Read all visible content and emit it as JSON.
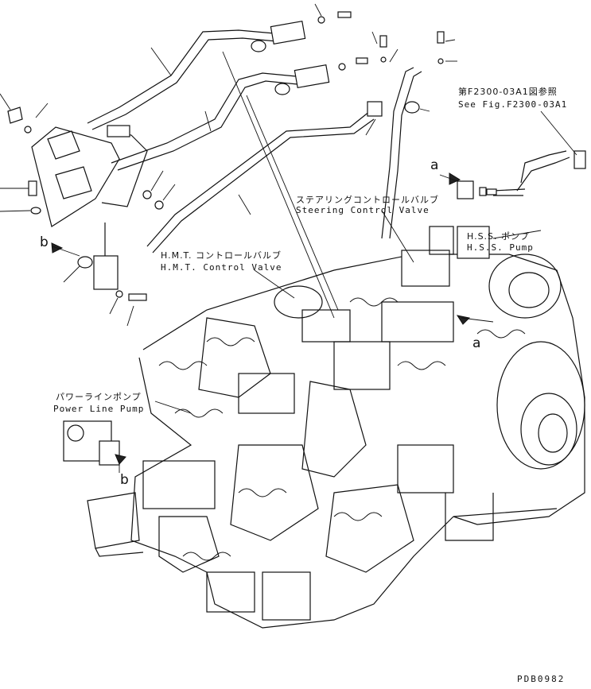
{
  "labels": {
    "steering_valve_jp": "ステアリングコントロールバルブ",
    "steering_valve_en": "Steering Control Valve",
    "hss_pump_jp": "H.S.S. ポンプ",
    "hss_pump_en": "H.S.S. Pump",
    "hmt_valve_jp": "H.M.T. コントロールバルブ",
    "hmt_valve_en": "H.M.T. Control Valve",
    "power_pump_jp": "パワーラインポンプ",
    "power_pump_en": "Power Line Pump",
    "ref_jp": "第F2300-03A1図参照",
    "ref_en": "See Fig.F2300-03A1"
  },
  "connectors": {
    "a_top": "a",
    "a_right": "a",
    "b_left": "b",
    "b_bottom": "b"
  },
  "drawing_code": "PDB0982"
}
